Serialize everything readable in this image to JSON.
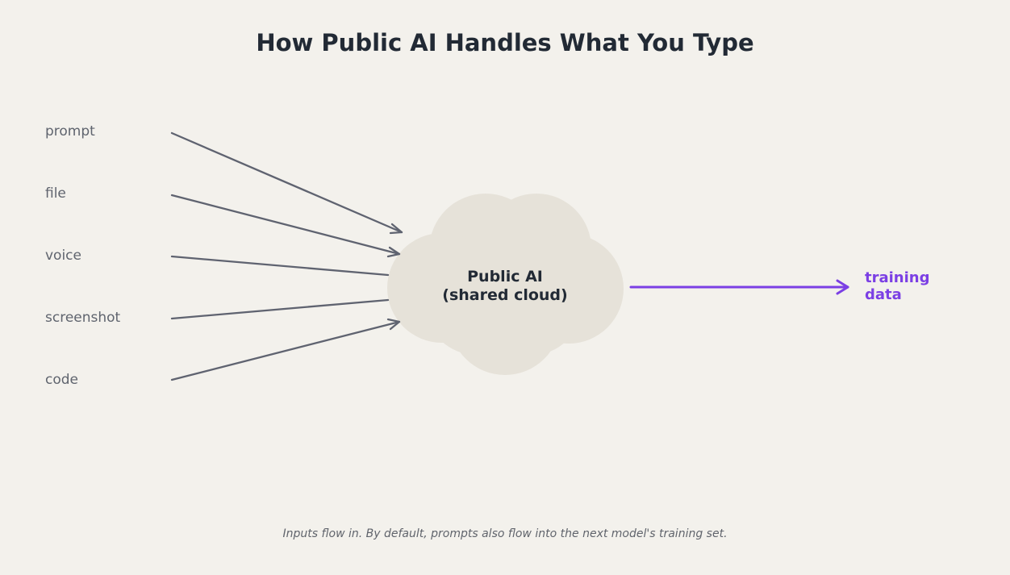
{
  "title": "How Public AI Handles What You Type",
  "inputs": [
    {
      "label": "prompt"
    },
    {
      "label": "file"
    },
    {
      "label": "voice"
    },
    {
      "label": "screenshot"
    },
    {
      "label": "code"
    }
  ],
  "cloud": {
    "line1": "Public AI",
    "line2": "(shared cloud)"
  },
  "output": {
    "line1": "training",
    "line2": "data"
  },
  "caption": "Inputs flow in. By default, prompts also flow into the next model's training set.",
  "colors": {
    "background": "#f3f1ec",
    "cloud_fill": "#e6e2d9",
    "input_arrow": "#5f6370",
    "output_arrow": "#7b3fe4",
    "text_dark": "#222a35",
    "text_muted": "#5f646e"
  }
}
